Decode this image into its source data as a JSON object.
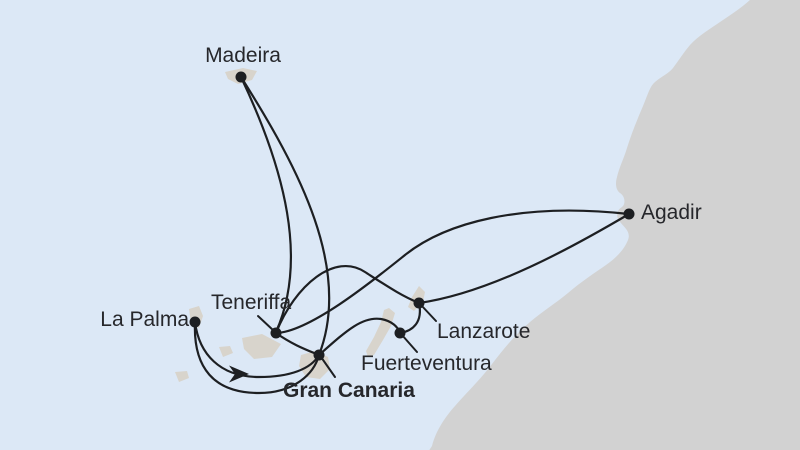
{
  "map": {
    "type": "cruise-route-map",
    "ports": [
      {
        "label": "Madeira",
        "emphasized": false
      },
      {
        "label": "Agadir",
        "emphasized": false
      },
      {
        "label": "La Palma",
        "emphasized": false
      },
      {
        "label": "Teneriffa",
        "emphasized": false
      },
      {
        "label": "Gran Canaria",
        "emphasized": true
      },
      {
        "label": "Fuerteventura",
        "emphasized": false
      },
      {
        "label": "Lanzarote",
        "emphasized": false
      }
    ],
    "route_segments": [
      "Madeira–Teneriffa",
      "Madeira–Gran Canaria",
      "Agadir–Teneriffa",
      "Agadir–Lanzarote",
      "Teneriffa–Lanzarote",
      "Gran Canaria–La Palma (outer)",
      "La Palma–Gran Canaria (inner, arrow eastbound)",
      "Teneriffa–Gran Canaria",
      "Gran Canaria–Fuerteventura",
      "Fuerteventura–Lanzarote"
    ],
    "colors": {
      "sea": "#dce8f6",
      "land": "#d2d2d2",
      "islands": "#d8d4cc",
      "route": "#1d1f22",
      "text": "#26272b"
    }
  }
}
